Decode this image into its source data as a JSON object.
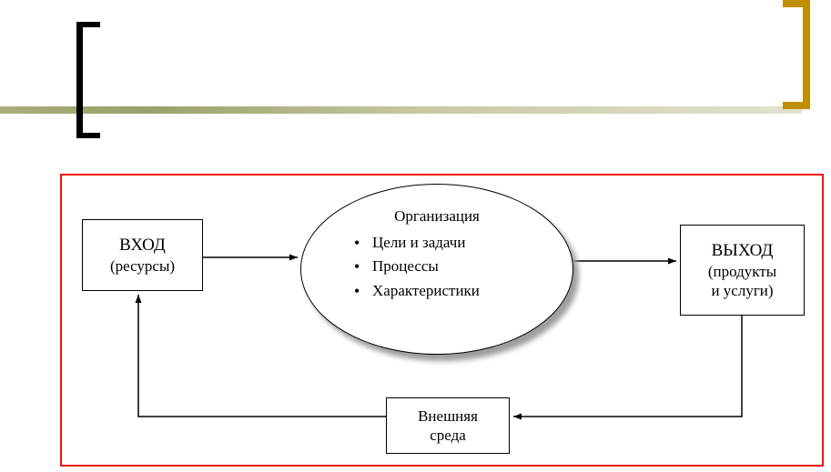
{
  "slide": {
    "decor": {
      "left_bracket_color": "#000000",
      "right_bracket_color": "#bf8f00",
      "rule_color_dark": "#9aa06b",
      "rule_color_light": "#e2e2cf"
    },
    "frame_color": "#ee1111"
  },
  "diagram": {
    "input_box": {
      "title": "ВХОД",
      "subtitle": "(ресурсы)"
    },
    "organization": {
      "title": "Организация",
      "bullets": [
        "Цели и задачи",
        "Процессы",
        "Характеристики"
      ]
    },
    "output_box": {
      "title": "ВЫХОД",
      "subtitle_line1": "(продукты",
      "subtitle_line2": "и услуги)"
    },
    "environment_box": {
      "line1": "Внешняя",
      "line2": "среда"
    }
  }
}
